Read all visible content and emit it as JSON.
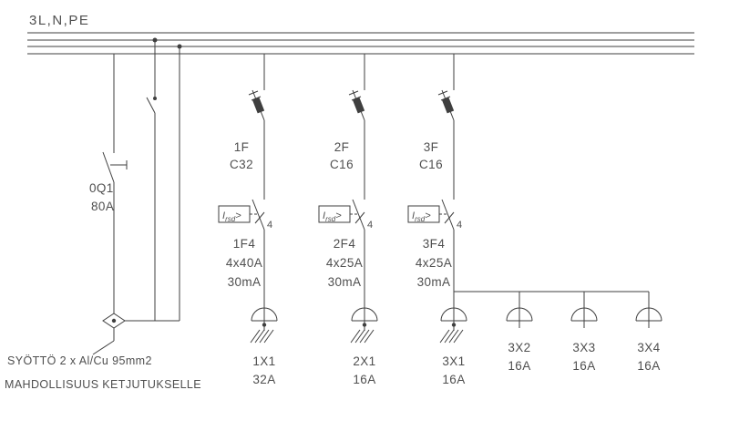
{
  "drawing": {
    "bus_label": "3L,N,PE",
    "main_switch": {
      "id": "0Q1",
      "rating": "80A"
    },
    "supply_note_line1": "SYÖTTÖ 2 x Al/Cu 95mm2",
    "supply_note_line2": "MAHDOLLISUUS KETJUTUKSELLE",
    "branches": [
      {
        "breaker": {
          "id": "1F",
          "rating": "C32"
        },
        "rcd": {
          "id": "1F4",
          "rating": "4x40A",
          "sensitivity": "30mA",
          "poles": "4",
          "label_prefix": "I",
          "label_sub": "rsd",
          "label_suffix": ">"
        },
        "outlet": {
          "id": "1X1",
          "rating": "32A"
        }
      },
      {
        "breaker": {
          "id": "2F",
          "rating": "C16"
        },
        "rcd": {
          "id": "2F4",
          "rating": "4x25A",
          "sensitivity": "30mA",
          "poles": "4",
          "label_prefix": "I",
          "label_sub": "rsd",
          "label_suffix": ">"
        },
        "outlet": {
          "id": "2X1",
          "rating": "16A"
        }
      },
      {
        "breaker": {
          "id": "3F",
          "rating": "C16"
        },
        "rcd": {
          "id": "3F4",
          "rating": "4x25A",
          "sensitivity": "30mA",
          "poles": "4",
          "label_prefix": "I",
          "label_sub": "rsd",
          "label_suffix": ">"
        },
        "outlet": {
          "id": "3X1",
          "rating": "16A"
        }
      }
    ],
    "extra_outlets": [
      {
        "id": "3X2",
        "rating": "16A"
      },
      {
        "id": "3X3",
        "rating": "16A"
      },
      {
        "id": "3X4",
        "rating": "16A"
      }
    ],
    "colors": {
      "line": "#3f3f3f",
      "text": "#4f4f4f",
      "background": "#ffffff"
    }
  }
}
